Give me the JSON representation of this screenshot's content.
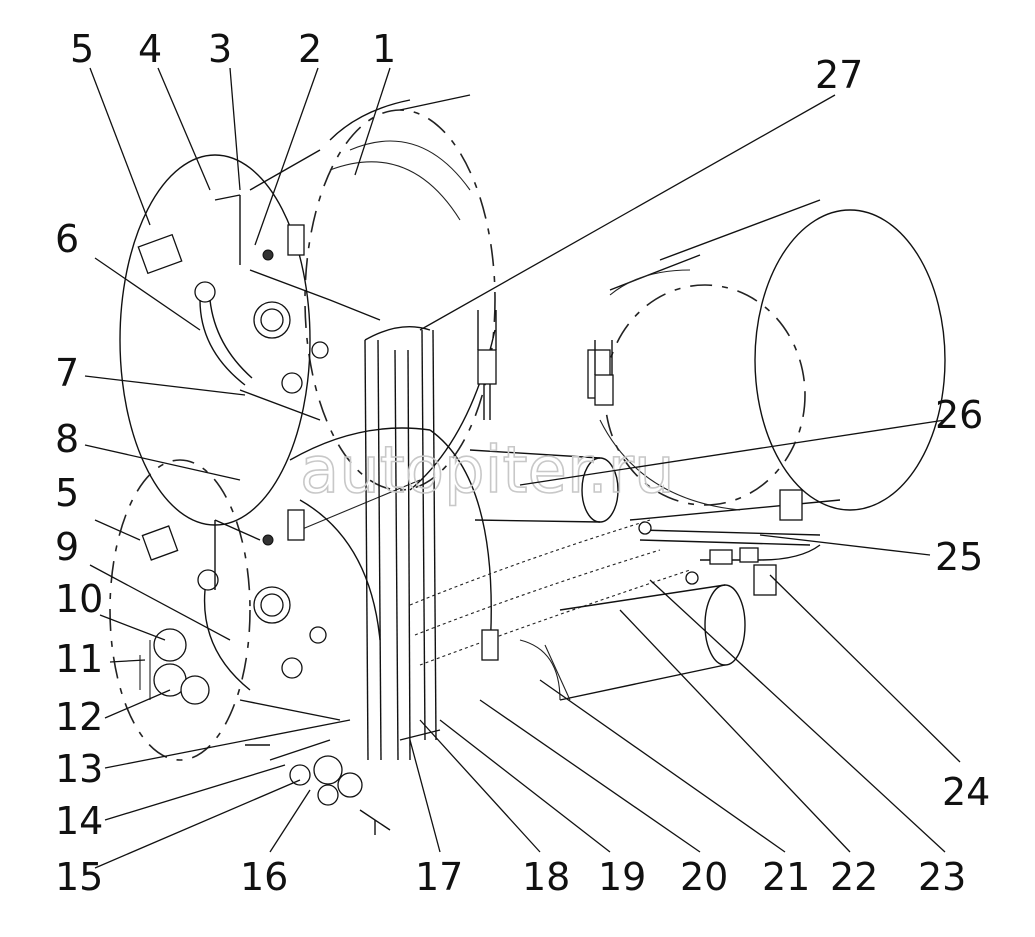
{
  "watermark": "autopiter.ru",
  "labels": [
    {
      "id": "1",
      "text": "1"
    },
    {
      "id": "2",
      "text": "2"
    },
    {
      "id": "3",
      "text": "3"
    },
    {
      "id": "4",
      "text": "4"
    },
    {
      "id": "5a",
      "text": "5"
    },
    {
      "id": "6",
      "text": "6"
    },
    {
      "id": "7",
      "text": "7"
    },
    {
      "id": "8",
      "text": "8"
    },
    {
      "id": "5b",
      "text": "5"
    },
    {
      "id": "9",
      "text": "9"
    },
    {
      "id": "10",
      "text": "10"
    },
    {
      "id": "11",
      "text": "11"
    },
    {
      "id": "12",
      "text": "12"
    },
    {
      "id": "13",
      "text": "13"
    },
    {
      "id": "14",
      "text": "14"
    },
    {
      "id": "15",
      "text": "15"
    },
    {
      "id": "16",
      "text": "16"
    },
    {
      "id": "17",
      "text": "17"
    },
    {
      "id": "18",
      "text": "18"
    },
    {
      "id": "19",
      "text": "19"
    },
    {
      "id": "20",
      "text": "20"
    },
    {
      "id": "21",
      "text": "21"
    },
    {
      "id": "22",
      "text": "22"
    },
    {
      "id": "23",
      "text": "23"
    },
    {
      "id": "24",
      "text": "24"
    },
    {
      "id": "25",
      "text": "25"
    },
    {
      "id": "26",
      "text": "26"
    },
    {
      "id": "27",
      "text": "27"
    }
  ]
}
